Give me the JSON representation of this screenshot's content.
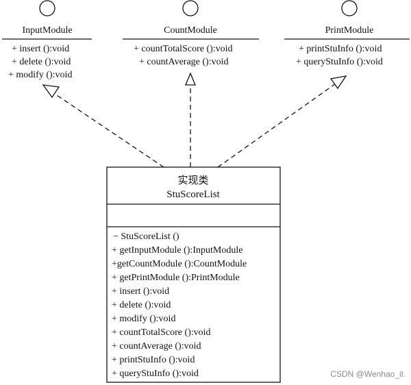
{
  "interfaces": [
    {
      "name": "InputModule",
      "methods": [
        "+ insert ():void",
        "+ delete ():void",
        "+ modify ():void"
      ]
    },
    {
      "name": "CountModule",
      "methods": [
        "+ countTotalScore ():void",
        "+ countAverage ():void"
      ]
    },
    {
      "name": "PrintModule",
      "methods": [
        "+ printStuInfo ():void",
        "+ queryStuInfo ():void"
      ]
    }
  ],
  "class": {
    "stereotype": "实现类",
    "name": "StuScoreList",
    "methods": [
      "− StuScoreList ()",
      "+ getInputModule ():InputModule",
      "+getCountModule ():CountModule",
      "+ getPrintModule ():PrintModule",
      "+ insert ():void",
      "+ delete ():void",
      "+ modify ():void",
      "+ countTotalScore ():void",
      "+ countAverage ():void",
      "+ printStuInfo ():void",
      "+ queryStuInfo ():void"
    ]
  },
  "watermark": "CSDN @Wenhao_it"
}
